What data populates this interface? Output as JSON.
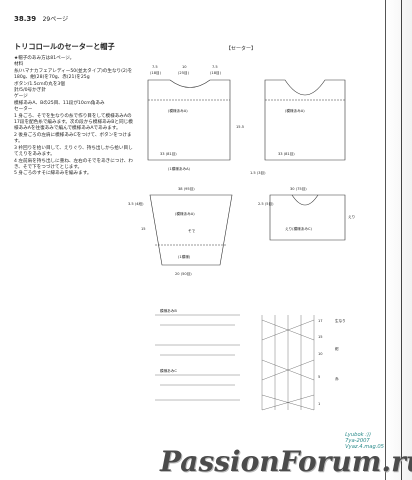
{
  "header": {
    "page_code": "38.39",
    "ref_page": "29ページ"
  },
  "title": "トリコロールのセーターと帽子",
  "instructions": [
    "★帽子のあみ方は81ページ。",
    "材料",
    "糸/ハマナカフェアレディー50(並太タイプ)の生なり(2)を180g、紺(28)を70g、赤(21)を25g",
    "ボタン/1.5cmの丸を3個",
    "針/5/0号かぎ針",
    "ゲージ",
    "模様あみA、Bの25目、11段が10cm角あみ",
    "セーター",
    "1 身ごろ、そでを生なりの糸で作り目をして模様あみAの17段を配色糸で編みます。次の段から模様あみBと同じ模様あみAを往復あみで編んで模様あみAであみます。",
    "2 後身ごろの左肩に模様あみCをつけて、ボタンをつけます。",
    "3 衿回りを拾い目して、えりぐり、持ち出しから拾い目してえりをあみます。",
    "4 左前肩を持ち出しに重ね、左右のそでをあきにつけ、わき、そで下をつづけてとじます。",
    "5 身ごろのすそに縁あみを編みます。"
  ],
  "diagram": {
    "section_label": "【セーター】",
    "back_front": {
      "top_dims": [
        "7.5",
        "(18目)",
        "10",
        "(25目)",
        "7.5",
        "(18目)"
      ],
      "pattern_a": "(模様あみA)",
      "pattern_a_alt": "(模様あみA)",
      "body_width": "33 (81目)",
      "side_height": "15.5",
      "hem_label": "(1模様あみA)",
      "front_small": "1.5 (3目)"
    },
    "sleeve": {
      "width_top": "38 (95目)",
      "pattern": "(模様あみA)",
      "side_height": "15",
      "label": "そで",
      "bottom": "(1模様)",
      "cuff": "20 (50目)",
      "left_dims": "3.5 (4段)"
    },
    "collar": {
      "dims_top": "30 (75目)",
      "tab": "2.5 (5目)",
      "pattern": "えり(模様あみC)",
      "edge": "えり"
    },
    "chart_labels": [
      "模様あみB",
      "模様あみC",
      "17",
      "15",
      "10",
      "5",
      "1",
      "生なり",
      "紺",
      "赤"
    ]
  },
  "signature": [
    "Lyubok :))",
    "7ya-2007",
    "Vyaz.4.mag.05"
  ],
  "watermark": "PassionForum.ru"
}
